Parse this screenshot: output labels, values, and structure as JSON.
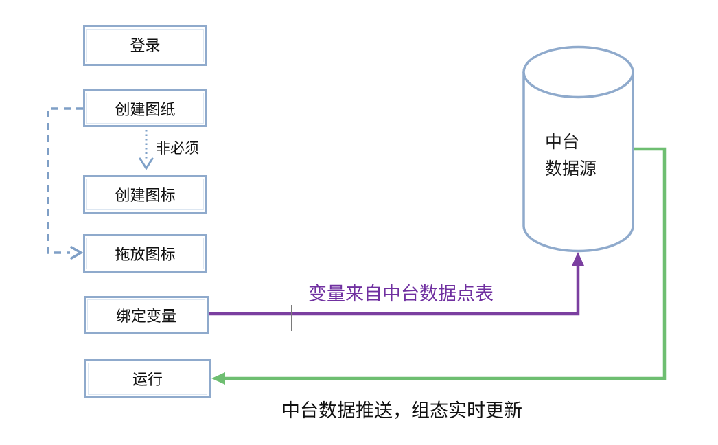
{
  "diagram": {
    "boxes": [
      {
        "id": "login",
        "label": "登录"
      },
      {
        "id": "create-drawing",
        "label": "创建图纸"
      },
      {
        "id": "create-icon",
        "label": "创建图标"
      },
      {
        "id": "drag-icon",
        "label": "拖放图标"
      },
      {
        "id": "bind-variable",
        "label": "绑定变量"
      },
      {
        "id": "run",
        "label": "运行"
      }
    ],
    "cylinder": {
      "label_line1": "中台",
      "label_line2": "数据源"
    },
    "annotations": {
      "optional_label": "非必须",
      "purple_label": "变量来自中台数据点表",
      "green_label": "中台数据推送，组态实时更新"
    },
    "colors": {
      "box_border": "#8FAACC",
      "connector_blue": "#7F9FC6",
      "purple_line": "#7B3FA0",
      "purple_text": "#7030A0",
      "green_line": "#6EBE71",
      "caret_gray": "#7a7a7a",
      "text": "#111111"
    }
  }
}
